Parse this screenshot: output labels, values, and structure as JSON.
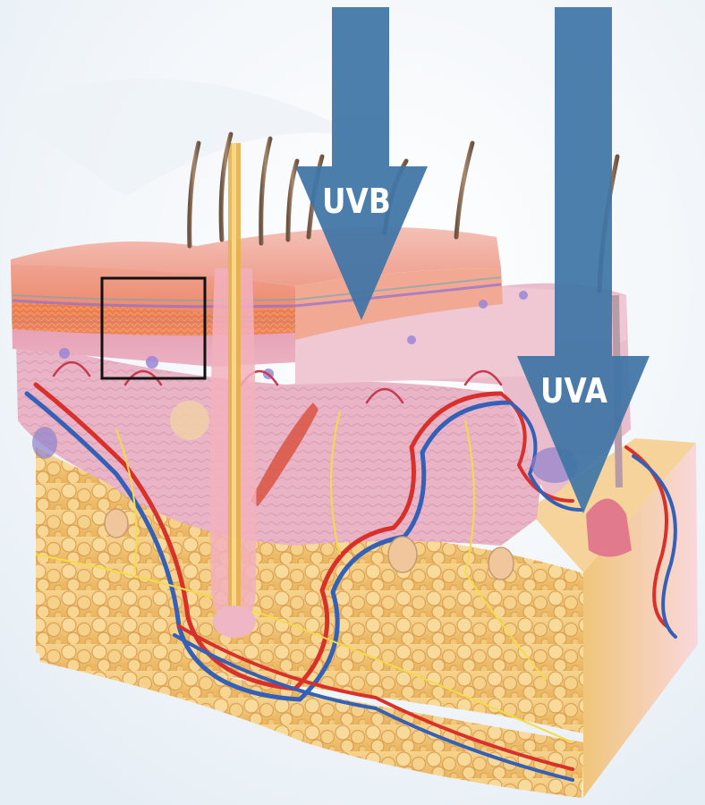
{
  "arrows": [
    {
      "id": "uvb",
      "label": "UVB",
      "color": "#3e74a6"
    },
    {
      "id": "uva",
      "label": "UVA",
      "color": "#3e74a6"
    }
  ],
  "highlight_box": {
    "stroke": "#111111"
  },
  "palette": {
    "epidermis": "#e98b74",
    "stratum_basale": "#f06a3e",
    "dermis": "#e9b4c4",
    "hypodermis": "#f1c577",
    "artery": "#d8312b",
    "vein": "#3460b8",
    "nerve": "#f2dc48",
    "hair": "#8c6d55"
  }
}
